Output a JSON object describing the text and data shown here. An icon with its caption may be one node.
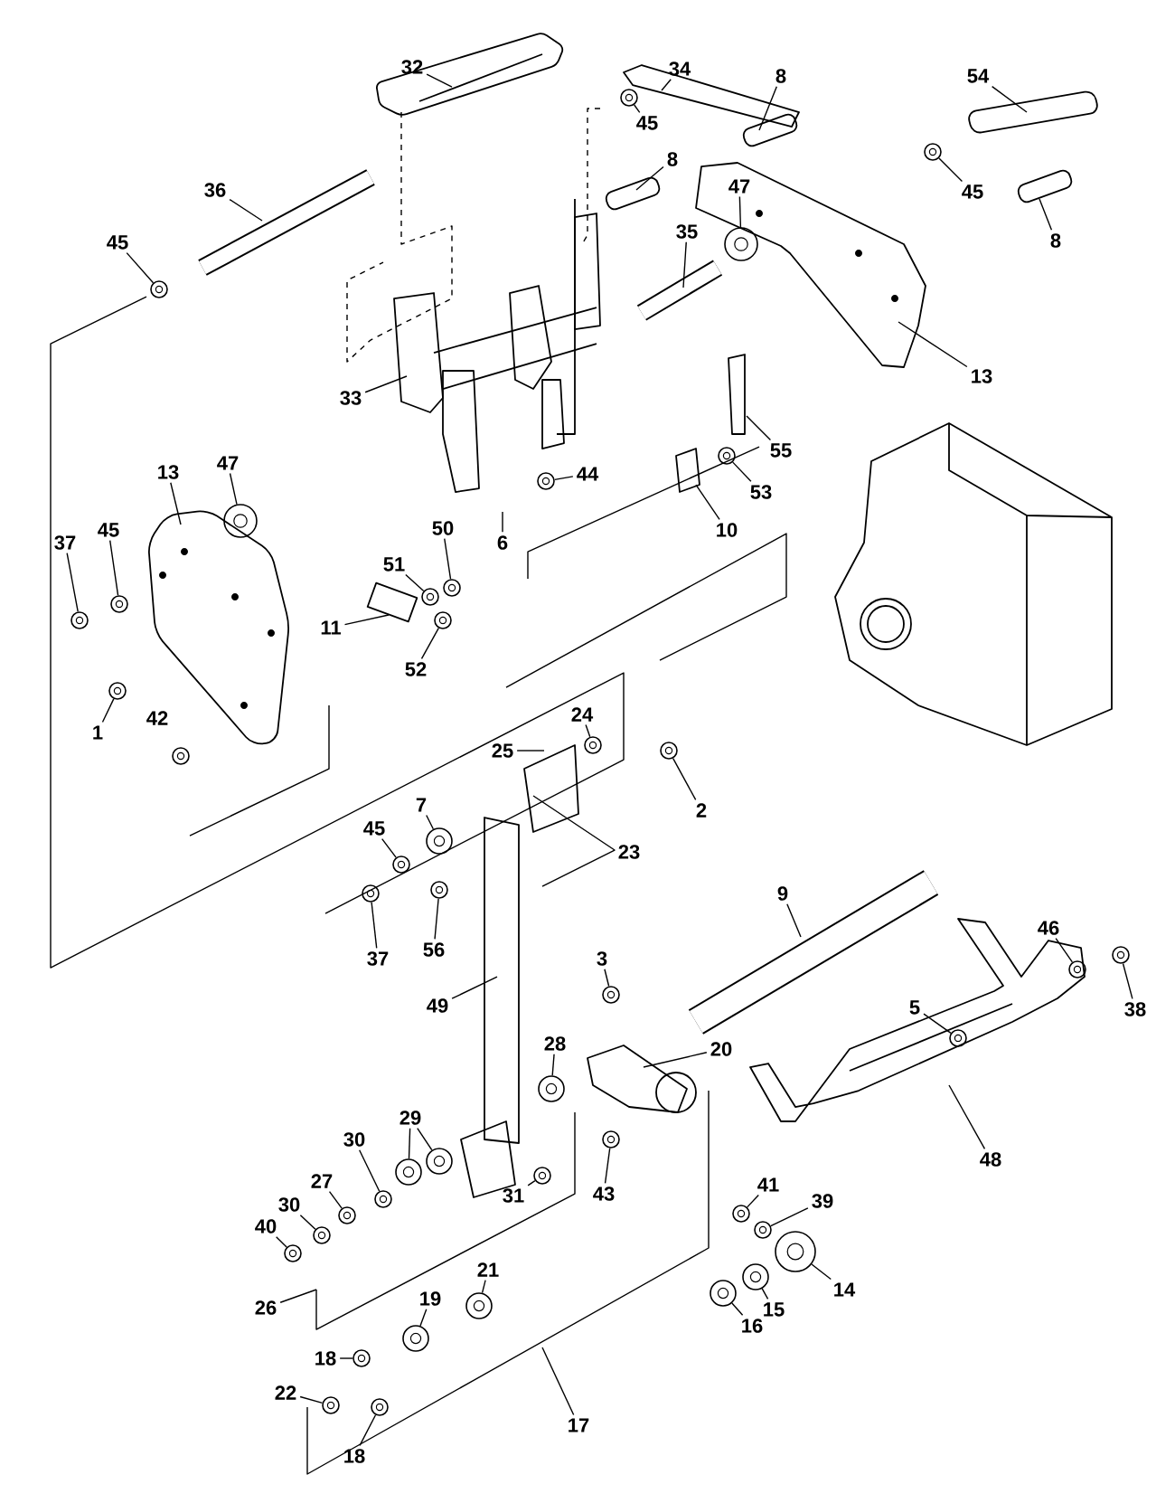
{
  "diagram": {
    "nodes": [
      {
        "text": [
          "32"
        ]
      },
      {
        "text": [
          "34"
        ]
      },
      {
        "text": [
          "45"
        ]
      },
      {
        "text": [
          "8"
        ]
      },
      {
        "text": [
          "54"
        ]
      },
      {
        "text": [
          "45"
        ]
      },
      {
        "text": [
          "8"
        ]
      },
      {
        "text": [
          "36"
        ]
      },
      {
        "text": [
          "45"
        ]
      },
      {
        "text": [
          "8"
        ]
      },
      {
        "text": [
          "47"
        ]
      },
      {
        "text": [
          "35"
        ]
      },
      {
        "text": [
          "13"
        ]
      },
      {
        "text": [
          "33"
        ]
      },
      {
        "text": [
          "44"
        ]
      },
      {
        "text": [
          "55"
        ]
      },
      {
        "text": [
          "53"
        ]
      },
      {
        "text": [
          "10"
        ]
      },
      {
        "text": [
          "13"
        ]
      },
      {
        "text": [
          "47"
        ]
      },
      {
        "text": [
          "37"
        ]
      },
      {
        "text": [
          "45"
        ]
      },
      {
        "text": [
          "50"
        ]
      },
      {
        "text": [
          "6"
        ]
      },
      {
        "text": [
          "51"
        ]
      },
      {
        "text": [
          "11"
        ]
      },
      {
        "text": [
          "52"
        ]
      },
      {
        "text": [
          "1"
        ]
      },
      {
        "text": [
          "25"
        ]
      },
      {
        "text": [
          "24"
        ]
      },
      {
        "text": [
          "2"
        ]
      },
      {
        "text": [
          "7"
        ]
      },
      {
        "text": [
          "45"
        ]
      },
      {
        "text": [
          "37"
        ]
      },
      {
        "text": [
          "56"
        ]
      },
      {
        "text": [
          "49"
        ]
      },
      {
        "text": [
          "9"
        ]
      },
      {
        "text": [
          "3"
        ]
      },
      {
        "text": [
          "20"
        ]
      },
      {
        "text": [
          "5"
        ]
      },
      {
        "text": [
          "46"
        ]
      },
      {
        "text": [
          "38"
        ]
      },
      {
        "text": [
          "48"
        ]
      },
      {
        "text": [
          "28"
        ]
      },
      {
        "text": [
          "29"
        ]
      },
      {
        "text": [
          "30"
        ]
      },
      {
        "text": [
          "27"
        ]
      },
      {
        "text": [
          "30"
        ]
      },
      {
        "text": [
          "40"
        ]
      },
      {
        "text": [
          "31"
        ]
      },
      {
        "text": [
          "43"
        ]
      },
      {
        "text": [
          "41"
        ]
      },
      {
        "text": [
          "39"
        ]
      },
      {
        "text": [
          "14"
        ]
      },
      {
        "text": [
          "15"
        ]
      },
      {
        "text": [
          "16"
        ]
      },
      {
        "text": [
          "21"
        ]
      },
      {
        "text": [
          "19"
        ]
      },
      {
        "text": [
          "26"
        ]
      },
      {
        "text": [
          "18"
        ]
      },
      {
        "text": [
          "22"
        ]
      },
      {
        "text": [
          "18"
        ]
      },
      {
        "text": [
          "17"
        ]
      },
      {
        "text": [],
        "shape": "circle"
      },
      {
        "text": [],
        "shape": "circle"
      },
      {
        "text": [],
        "shape": "circle"
      },
      {
        "text": [],
        "shape": "circle"
      },
      {
        "text": [],
        "shape": "circle"
      },
      {
        "text": [],
        "shape": "circle"
      },
      {
        "text": [],
        "shape": "circle"
      },
      {
        "text": [],
        "shape": "circle"
      },
      {
        "text": [],
        "shape": "circle"
      },
      {
        "text": [],
        "shape": "circle"
      },
      {
        "text": [],
        "shape": "circle"
      },
      {
        "text": [],
        "shape": "circle"
      },
      {
        "text": [],
        "shape": "circle"
      },
      {
        "text": [],
        "shape": "circle"
      },
      {
        "text": [],
        "shape": "circle"
      },
      {
        "text": [],
        "shape": "circle"
      },
      {
        "text": [],
        "shape": "circle"
      },
      {
        "text": [],
        "shape": "circle"
      },
      {
        "text": [],
        "shape": "circle"
      },
      {
        "text": [],
        "shape": "circle"
      },
      {
        "text": [],
        "shape": "circle"
      },
      {
        "text": [],
        "shape": "circle"
      },
      {
        "text": [],
        "shape": "circle"
      },
      {
        "text": [],
        "shape": "circle"
      },
      {
        "text": [],
        "shape": "circle"
      },
      {
        "text": [],
        "shape": "circle"
      },
      {
        "text": [],
        "shape": "circle"
      },
      {
        "text": [],
        "shape": "circle"
      },
      {
        "text": [],
        "shape": "circle"
      },
      {
        "text": [],
        "shape": "circle"
      },
      {
        "text": [],
        "shape": "circle"
      },
      {
        "text": [],
        "shape": "circle"
      },
      {
        "text": [],
        "shape": "circle"
      },
      {
        "text": [],
        "shape": "circle"
      },
      {
        "text": [],
        "shape": "circle"
      },
      {
        "text": [],
        "shape": "circle"
      },
      {
        "text": [],
        "shape": "circle"
      },
      {
        "text": [],
        "shape": "circle"
      },
      {
        "text": [],
        "shape": "circle"
      },
      {
        "text": [],
        "shape": "circle"
      },
      {
        "text": [],
        "shape": "circle"
      },
      {
        "text": [],
        "shape": "circle"
      }
    ],
    "edges": [
      {
        "from": 0,
        "to": null,
        "arrow": "none"
      },
      {
        "from": 1,
        "to": null,
        "arrow": "none"
      },
      {
        "from": 2,
        "to": 63,
        "arrow": "none"
      },
      {
        "from": 3,
        "to": null,
        "arrow": "none"
      },
      {
        "from": 4,
        "to": null,
        "arrow": "none"
      },
      {
        "from": 5,
        "to": 64,
        "arrow": "none"
      },
      {
        "from": 6,
        "to": null,
        "arrow": "none"
      },
      {
        "from": 7,
        "to": null,
        "arrow": "none"
      },
      {
        "from": 8,
        "to": 66,
        "arrow": "none"
      },
      {
        "from": 9,
        "to": null,
        "arrow": "none"
      },
      {
        "from": 10,
        "to": 65,
        "arrow": "none"
      },
      {
        "from": 11,
        "to": null,
        "arrow": "none"
      },
      {
        "from": 12,
        "to": null,
        "arrow": "none"
      },
      {
        "from": 13,
        "to": null,
        "arrow": "none"
      },
      {
        "from": 14,
        "to": 68,
        "arrow": "none"
      },
      {
        "from": 15,
        "to": null,
        "arrow": "none"
      },
      {
        "from": 16,
        "to": 67,
        "arrow": "none"
      },
      {
        "from": 17,
        "to": null,
        "arrow": "none"
      },
      {
        "from": 18,
        "to": null,
        "arrow": "none"
      },
      {
        "from": 19,
        "to": 69,
        "arrow": "none"
      },
      {
        "from": 20,
        "to": 73,
        "arrow": "none"
      },
      {
        "from": 21,
        "to": 72,
        "arrow": "none"
      },
      {
        "from": 22,
        "to": 70,
        "arrow": "none"
      },
      {
        "from": 23,
        "to": null,
        "arrow": "none"
      },
      {
        "from": 24,
        "to": 71,
        "arrow": "none"
      },
      {
        "from": 25,
        "to": null,
        "arrow": "none"
      },
      {
        "from": 26,
        "to": 74,
        "arrow": "none"
      },
      {
        "from": 27,
        "to": 75,
        "arrow": "none"
      },
      {
        "from": 28,
        "to": null,
        "arrow": "none"
      },
      {
        "from": 29,
        "to": 76,
        "arrow": "none"
      },
      {
        "from": 30,
        "to": 77,
        "arrow": "none"
      },
      {
        "from": 31,
        "to": 78,
        "arrow": "none"
      },
      {
        "from": 32,
        "to": 79,
        "arrow": "none"
      },
      {
        "from": 33,
        "to": 81,
        "arrow": "none"
      },
      {
        "from": 34,
        "to": 80,
        "arrow": "none"
      },
      {
        "from": 35,
        "to": null,
        "arrow": "none"
      },
      {
        "from": 36,
        "to": null,
        "arrow": "none"
      },
      {
        "from": 37,
        "to": 84,
        "arrow": "none"
      },
      {
        "from": 38,
        "to": null,
        "arrow": "none"
      },
      {
        "from": 39,
        "to": 85,
        "arrow": "none"
      },
      {
        "from": 40,
        "to": 83,
        "arrow": "none"
      },
      {
        "from": 41,
        "to": 82,
        "arrow": "none"
      },
      {
        "from": 42,
        "to": null,
        "arrow": "none"
      },
      {
        "from": 43,
        "to": 86,
        "arrow": "none"
      },
      {
        "from": 44,
        "to": 89,
        "arrow": "none"
      },
      {
        "from": 44,
        "to": 88,
        "arrow": "none"
      },
      {
        "from": 45,
        "to": 91,
        "arrow": "none"
      },
      {
        "from": 46,
        "to": 93,
        "arrow": "none"
      },
      {
        "from": 47,
        "to": 95,
        "arrow": "none"
      },
      {
        "from": 48,
        "to": 97,
        "arrow": "none"
      },
      {
        "from": 49,
        "to": 90,
        "arrow": "none"
      },
      {
        "from": 50,
        "to": 87,
        "arrow": "none"
      },
      {
        "from": 51,
        "to": 92,
        "arrow": "none"
      },
      {
        "from": 52,
        "to": 94,
        "arrow": "none"
      },
      {
        "from": 53,
        "to": 96,
        "arrow": "none"
      },
      {
        "from": 54,
        "to": 98,
        "arrow": "none"
      },
      {
        "from": 55,
        "to": 99,
        "arrow": "none"
      },
      {
        "from": 56,
        "to": 100,
        "arrow": "none"
      },
      {
        "from": 57,
        "to": 101,
        "arrow": "none"
      },
      {
        "from": 58,
        "to": null,
        "arrow": "none"
      },
      {
        "from": 59,
        "to": 102,
        "arrow": "none"
      },
      {
        "from": 60,
        "to": 103,
        "arrow": "none"
      },
      {
        "from": 61,
        "to": 104,
        "arrow": "none"
      },
      {
        "from": 62,
        "to": null,
        "arrow": "none"
      }
    ],
    "labels": [
      "42",
      "23"
    ]
  }
}
